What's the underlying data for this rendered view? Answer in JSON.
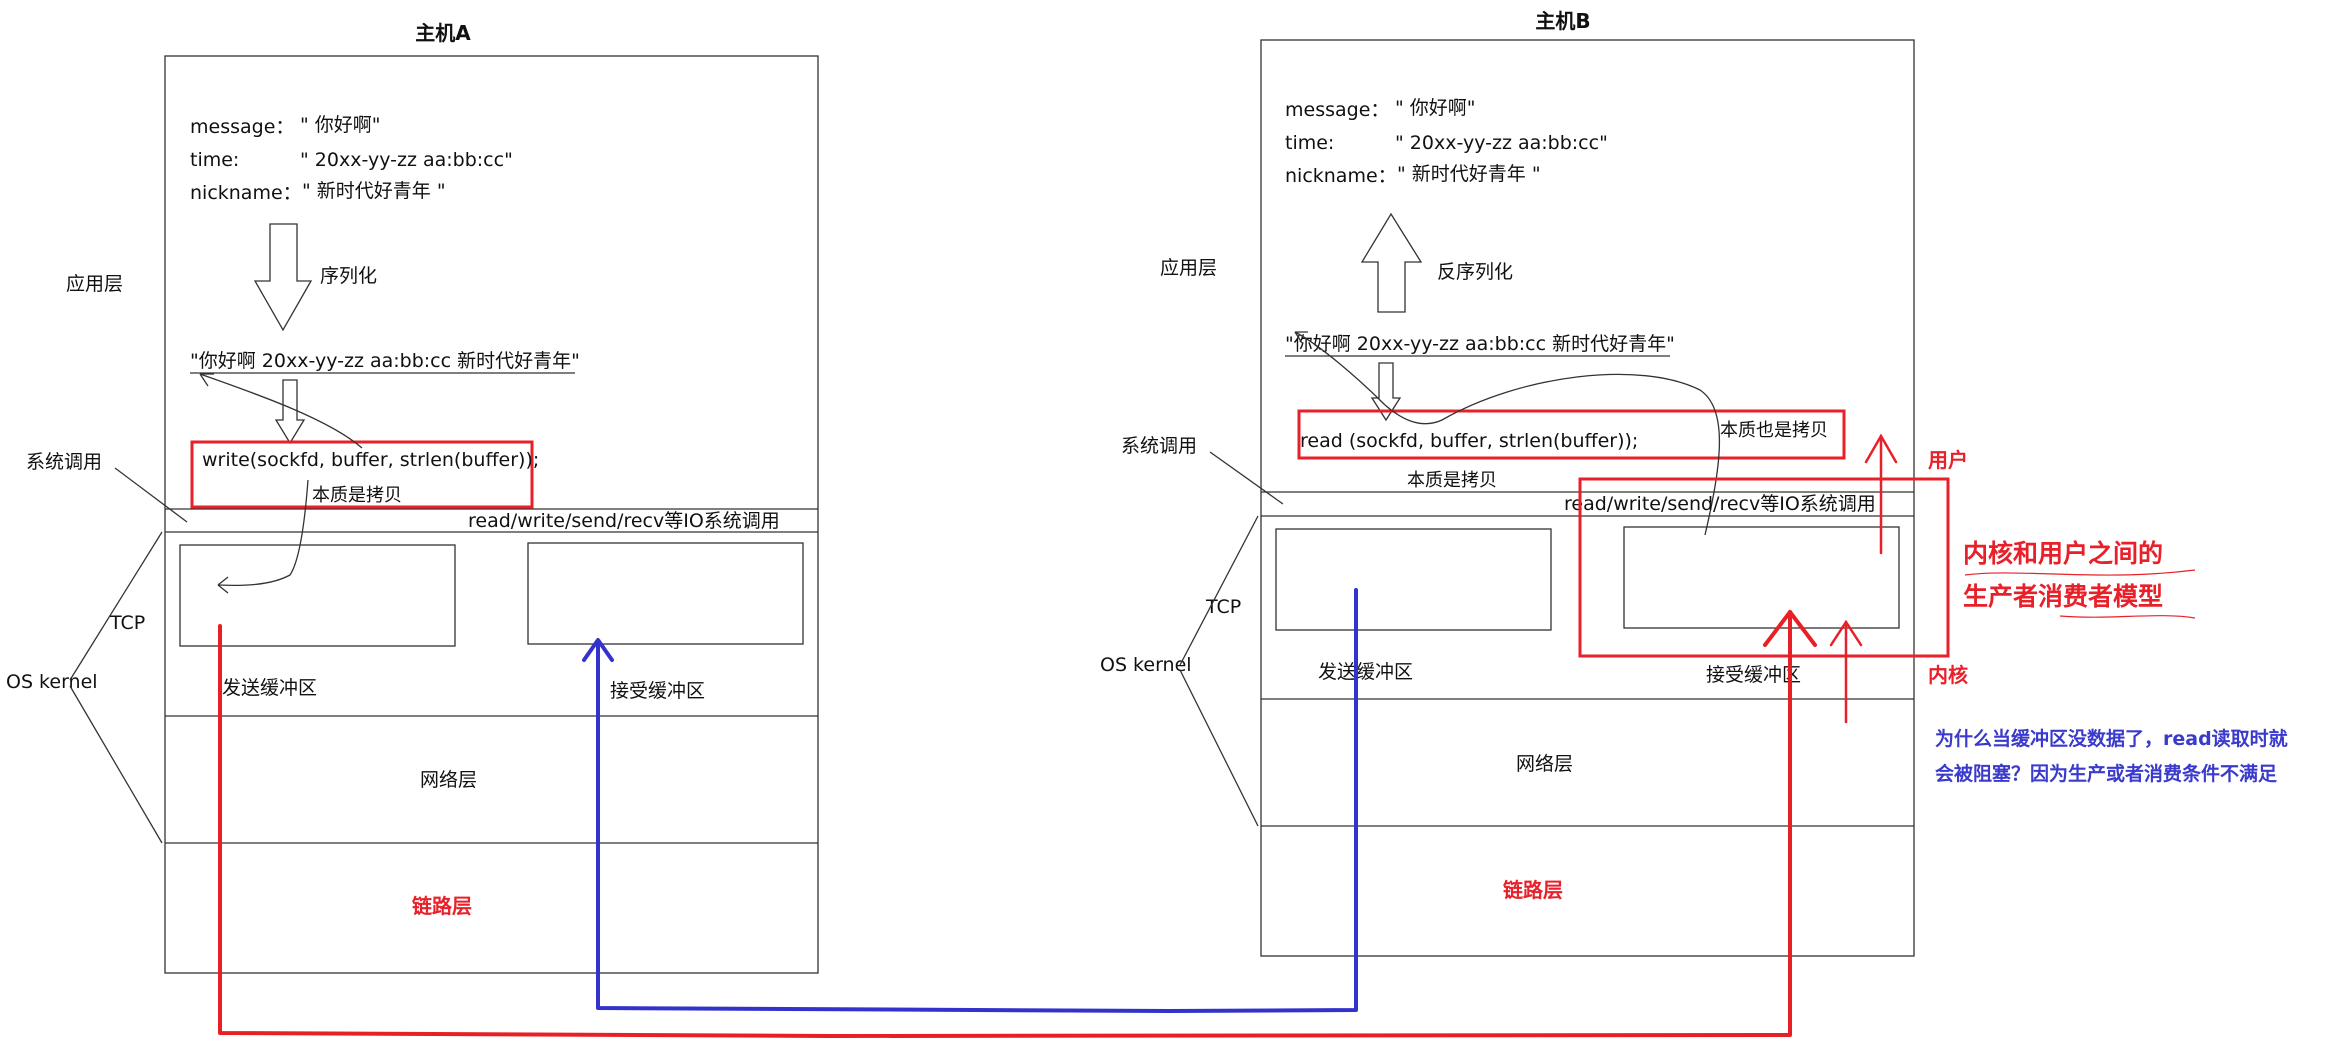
{
  "host_a": {
    "title": "主机A",
    "message_label": "message：",
    "message_value": "\" 你好啊\"",
    "time_label": "time:",
    "time_value": "\" 20xx-yy-zz aa:bb:cc\"",
    "nickname_label": "nickname：",
    "nickname_value": "\" 新时代好青年 \"",
    "serialize_label": "序列化",
    "serialized_string": "\"你好啊 20xx-yy-zz aa:bb:cc 新时代好青年\"",
    "syscall": "write(sockfd, buffer, strlen(buffer));",
    "copy_note": "本质是拷贝",
    "io_syscalls": "read/write/send/recv等IO系统调用",
    "send_buffer": "发送缓冲区",
    "recv_buffer": "接受缓冲区",
    "network_layer": "网络层",
    "link_layer": "链路层",
    "side_app_layer": "应用层",
    "side_syscall": "系统调用",
    "side_tcp": "TCP",
    "side_os_kernel": "OS kernel"
  },
  "host_b": {
    "title": "主机B",
    "message_label": "message：",
    "message_value": "\" 你好啊\"",
    "time_label": "time:",
    "time_value": "\" 20xx-yy-zz aa:bb:cc\"",
    "nickname_label": "nickname：",
    "nickname_value": "\" 新时代好青年 \"",
    "deserialize_label": "反序列化",
    "serialized_string": "\"你好啊 20xx-yy-zz aa:bb:cc 新时代好青年\"",
    "syscall": "read (sockfd, buffer, strlen(buffer));",
    "copy_note_also": "本质也是拷贝",
    "copy_note": "本质是拷贝",
    "io_syscalls": "read/write/send/recv等IO系统调用",
    "send_buffer": "发送缓冲区",
    "recv_buffer": "接受缓冲区",
    "network_layer": "网络层",
    "link_layer": "链路层",
    "side_app_layer": "应用层",
    "side_syscall": "系统调用",
    "side_tcp": "TCP",
    "side_os_kernel": "OS kernel"
  },
  "annotations": {
    "user_label": "用户",
    "kernel_label": "内核",
    "model_line1": "内核和用户之间的",
    "model_line2": "生产者消费者模型",
    "question_line1": "为什么当缓冲区没数据了，read读取时就",
    "question_line2": "会被阻塞？因为生产或者消费条件不满足"
  },
  "colors": {
    "red": "#e8202a",
    "blue": "#3a3acc",
    "border": "#333333"
  }
}
